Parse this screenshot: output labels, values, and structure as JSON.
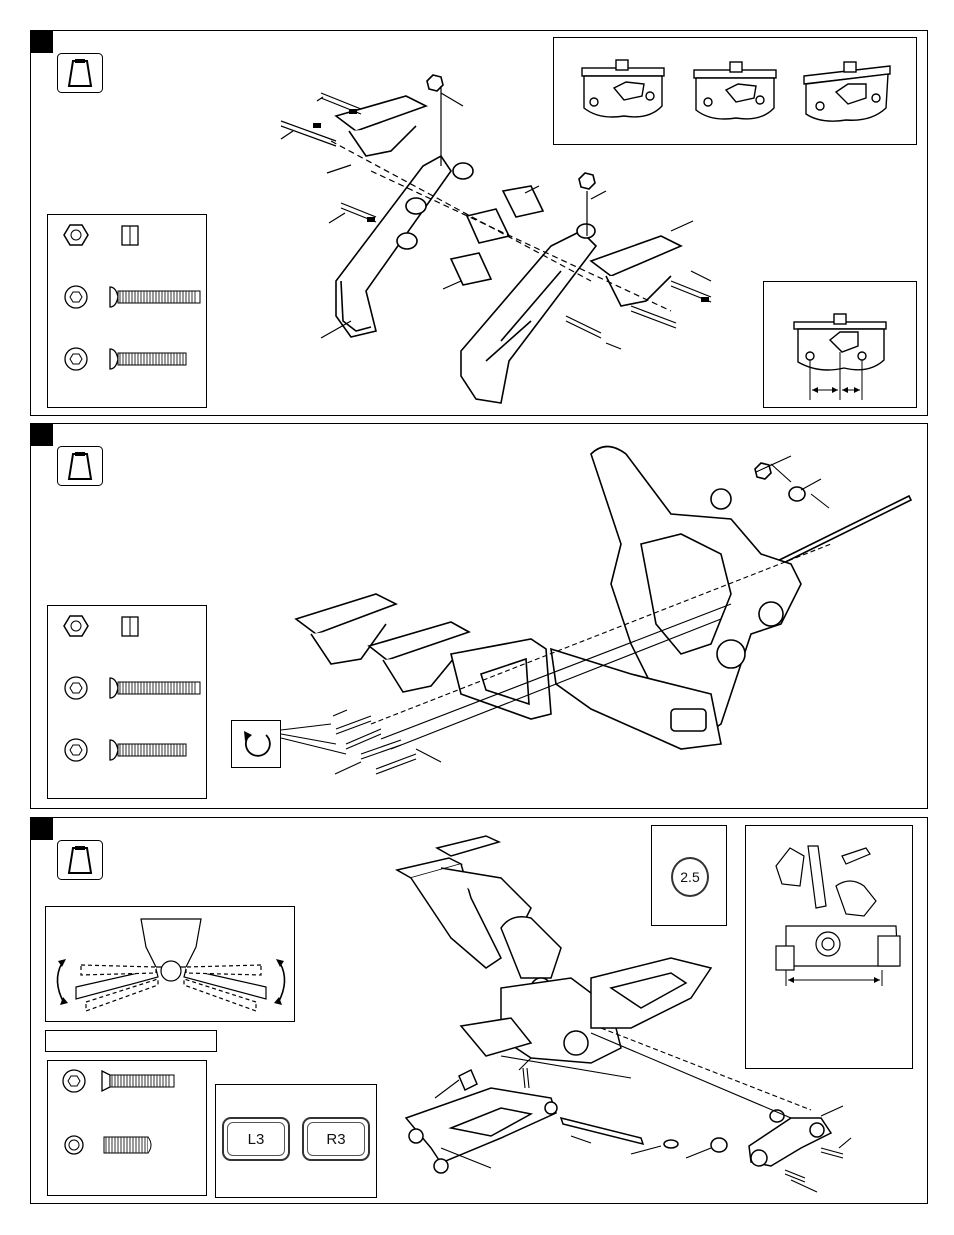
{
  "step3": {
    "parts_labels": {
      "part_a": "L3",
      "part_b": "R3"
    },
    "hex_key_size": "2.5"
  },
  "colors": {
    "line": "#000000",
    "fill": "#ffffff",
    "shade": "#dddddd"
  },
  "icons": {
    "tool": "hex-wrench-icon",
    "rotate": "rotate-arrow-icon",
    "nut": "nut-icon",
    "screw": "screw-icon"
  }
}
